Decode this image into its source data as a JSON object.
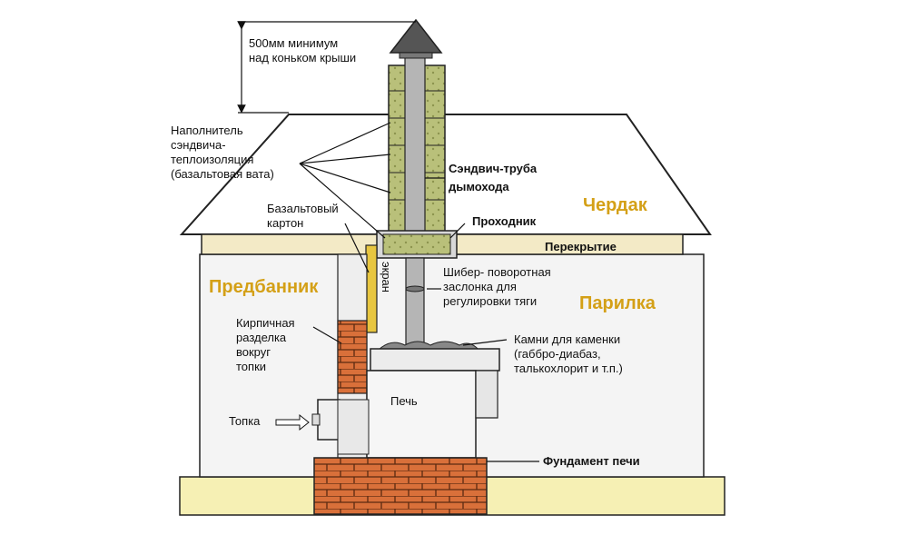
{
  "labels": {
    "height_note_1": "500мм минимум",
    "height_note_2": "над коньком крыши",
    "filler_1": "Наполнитель",
    "filler_2": "сэндвича-",
    "filler_3": "теплоизоляция",
    "filler_4": "(базальтовая вата)",
    "basalt_1": "Базальтовый",
    "basalt_2": "картон",
    "sandwich_1": "Сэндвич-труба",
    "sandwich_2": "дымохода",
    "passage": "Проходник",
    "attic": "Чердак",
    "ceiling": "Перекрытие",
    "damper_1": "Шибер- поворотная",
    "damper_2": "заслонка для",
    "damper_3": "регулировки тяги",
    "steam_room": "Парилка",
    "dressing_room": "Предбанник",
    "screen_vertical": "экран",
    "brick_cut_1": "Кирпичная",
    "brick_cut_2": "разделка",
    "brick_cut_3": "вокруг",
    "brick_cut_4": "топки",
    "stones_1": "Камни для каменки",
    "stones_2": "(габбро-диабаз,",
    "stones_3": "талькохлорит и т.п.)",
    "stove": "Печь",
    "firebox": "Топка",
    "foundation": "Фундамент печи"
  },
  "colors": {
    "wall_fill": "#f4f4f4",
    "roof_fill": "#ffffff",
    "ceiling_fill": "#f3eac6",
    "ground_fill": "#f6f0b4",
    "insulation_fill": "#b9c07a",
    "pipe_fill": "#b5b5b5",
    "brick_fill": "#d9703a",
    "screen_fill": "#e8c640",
    "room_label": "#d4a017"
  }
}
